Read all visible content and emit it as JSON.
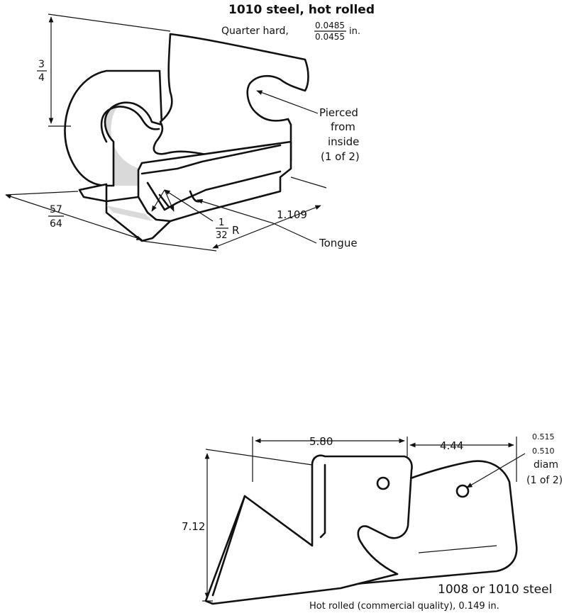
{
  "part_top": {
    "material_title": "1010 steel, hot rolled",
    "material_spec": "Quarter hard,",
    "thickness_upper": "0.0485",
    "thickness_lower": "0.0455",
    "thickness_unit": "in.",
    "dim_height_num": "3",
    "dim_height_den": "4",
    "dim_width_num": "57",
    "dim_width_den": "64",
    "dim_radius_num": "1",
    "dim_radius_den": "32",
    "dim_radius_suffix": "R",
    "dim_length": "1.109",
    "note_pierced_lines": [
      "Pierced",
      "from",
      "inside",
      "(1 of 2)"
    ],
    "note_tongue": "Tongue"
  },
  "part_bottom": {
    "dim_length_a": "5.80",
    "dim_length_b": "4.44",
    "dim_height": "7.12",
    "hole_upper": "0.515",
    "hole_lower": "0.510",
    "hole_label_lines": [
      "diam",
      "(1 of 2)"
    ],
    "material_title": "1008 or 1010 steel",
    "material_spec": "Hot rolled (commercial quality), 0.149 in."
  }
}
